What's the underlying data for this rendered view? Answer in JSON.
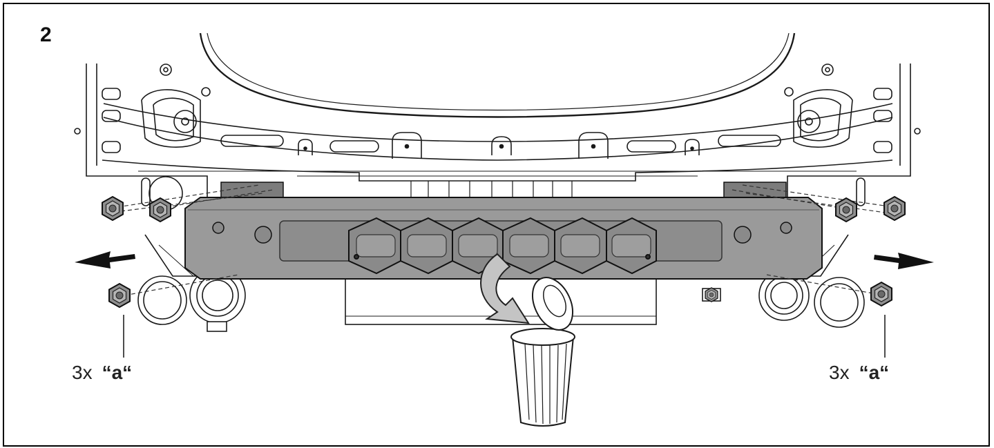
{
  "step": {
    "number": "2"
  },
  "callouts": {
    "left": {
      "quantity": "3x",
      "reference": "“a“"
    },
    "right": {
      "quantity": "3x",
      "reference": "“a“"
    }
  },
  "colors": {
    "line": "#1a1a1a",
    "bumper_beam": "#9a9a9a",
    "crash_box": "#7c7c7c",
    "nut": "#8f8f8f",
    "background": "#ffffff"
  },
  "icons": [
    "hex-nut-icon",
    "removal-arrow-icon",
    "trash-bin-icon",
    "direction-arrow-icon"
  ]
}
